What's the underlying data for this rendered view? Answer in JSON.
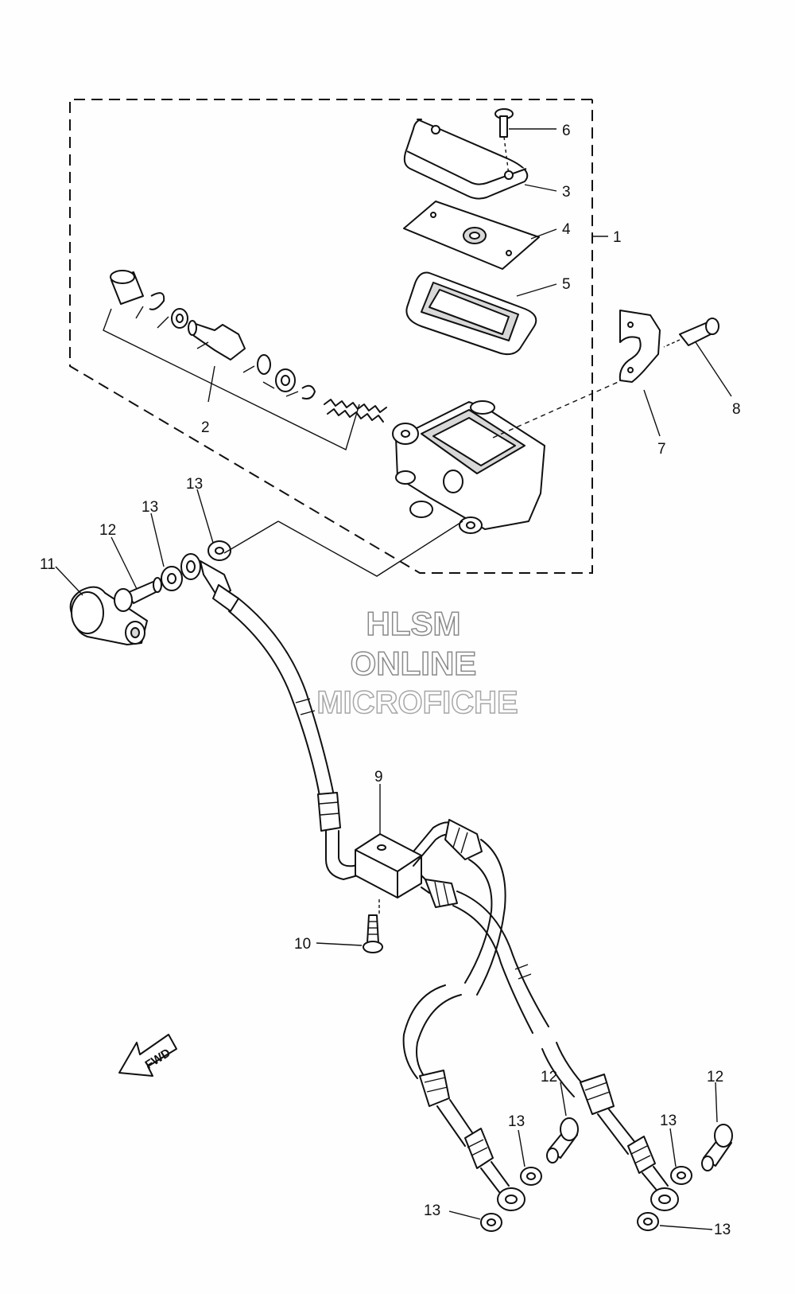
{
  "callouts": [
    "1",
    "2",
    "3",
    "4",
    "5",
    "6",
    "7",
    "8",
    "9",
    "10",
    "11",
    "12",
    "13"
  ],
  "direction_marker": "FWD",
  "watermark": [
    "HLSM",
    "ONLINE",
    "MICROFICHE"
  ]
}
